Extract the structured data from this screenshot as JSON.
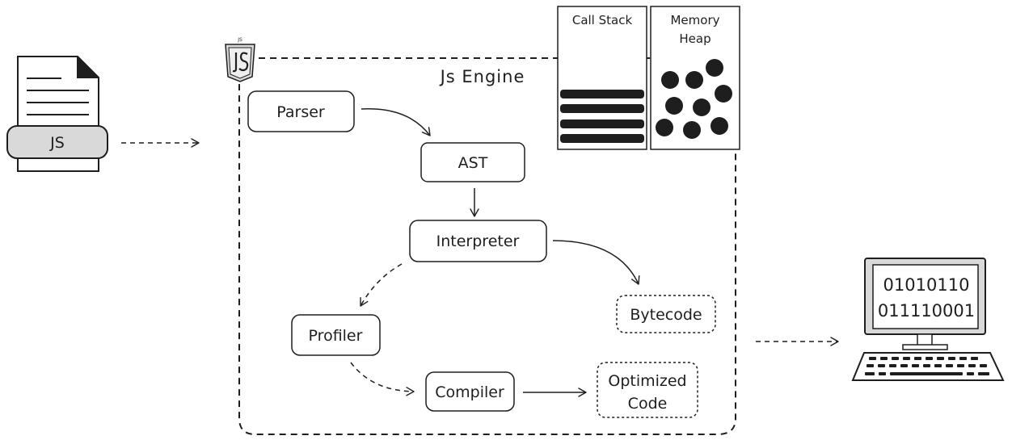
{
  "source_file": {
    "label": "JS"
  },
  "engine": {
    "title": "Js Engine",
    "logo_text": "JS"
  },
  "memory": {
    "call_stack_label": "Call Stack",
    "memory_heap_line1": "Memory",
    "memory_heap_line2": "Heap"
  },
  "nodes": {
    "parser": "Parser",
    "ast": "AST",
    "interpreter": "Interpreter",
    "profiler": "Profiler",
    "compiler": "Compiler",
    "bytecode": "Bytecode",
    "optimized_line1": "Optimized",
    "optimized_line2": "Code"
  },
  "computer": {
    "binary_line1": "01010110",
    "binary_line2": "011110001"
  }
}
